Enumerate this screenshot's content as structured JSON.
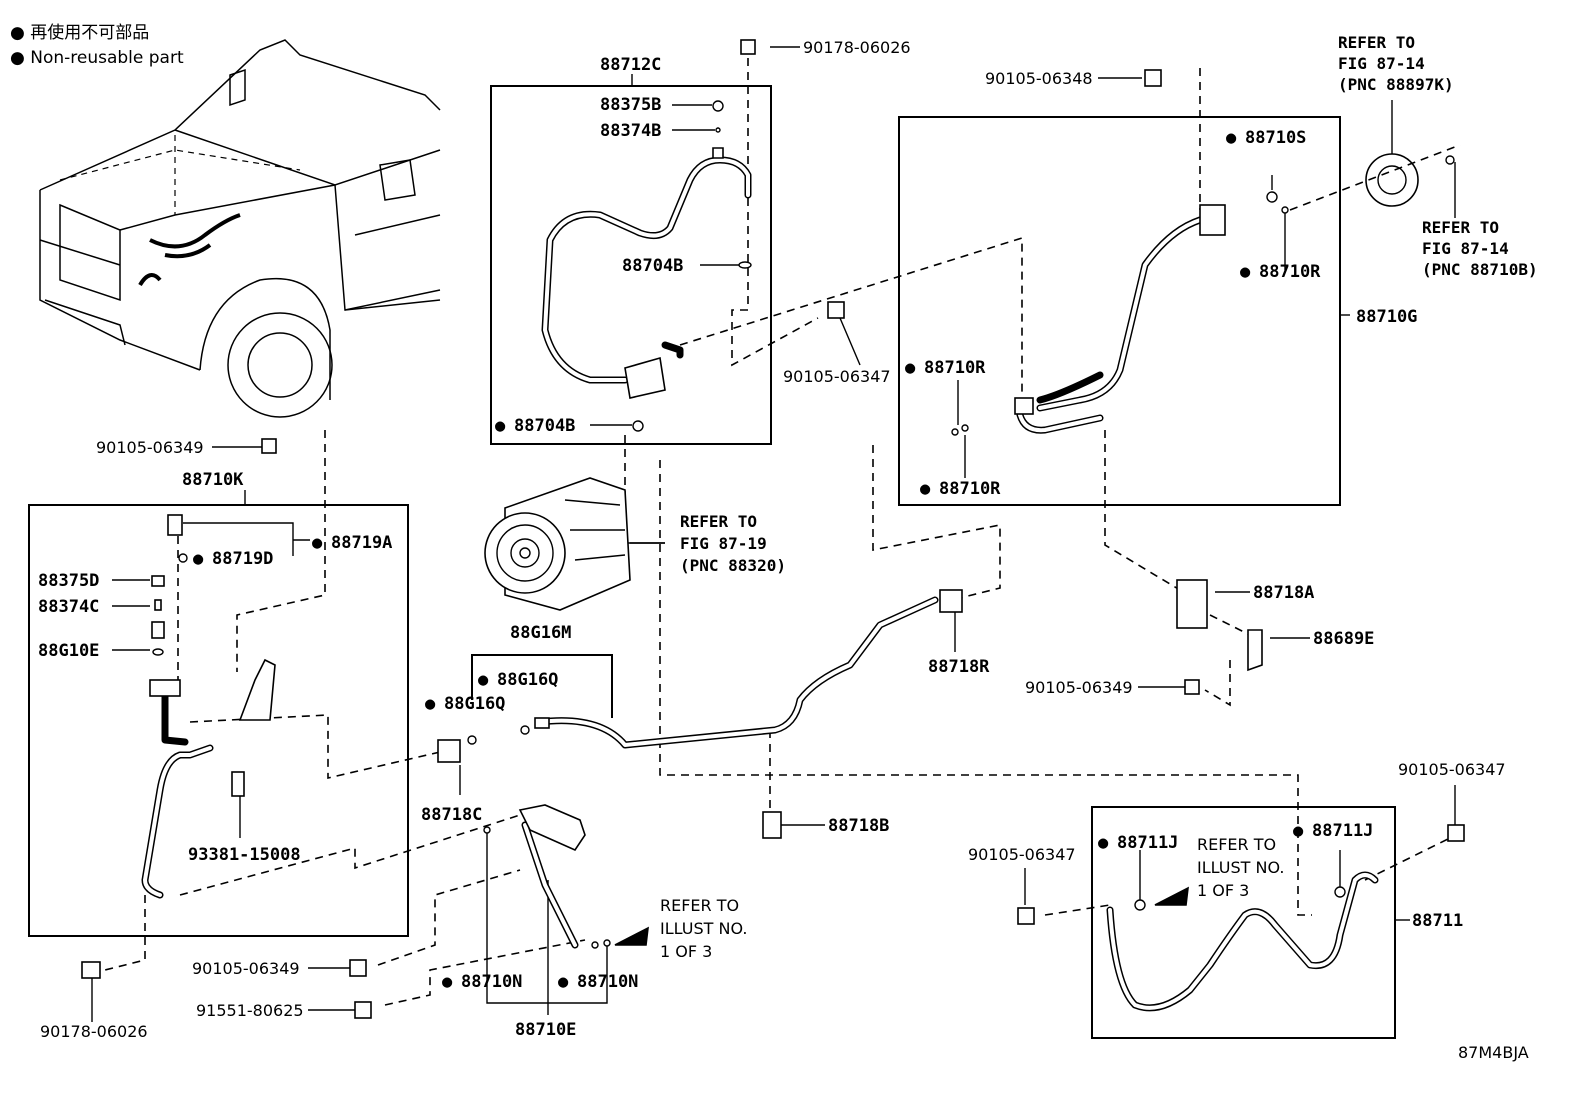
{
  "legend": {
    "line1": "● 再使用不可部品",
    "line2": "● Non-reusable part"
  },
  "labels": {
    "p90178_06026_top": "90178-06026",
    "p88712C": "88712C",
    "p88375B": "88375B",
    "p88374B": "88374B",
    "p88704B_top": "88704B",
    "p88704B_bot": "88704B",
    "p90105_06348": "90105-06348",
    "p88710S": "88710S",
    "p88710R_a": "88710R",
    "p88710R_b": "88710R",
    "p88710R_c": "88710R",
    "p88710G": "88710G",
    "p90105_06347_mid": "90105-06347",
    "p90105_06349_a": "90105-06349",
    "p88710K": "88710K",
    "p88719A": "88719A",
    "p88719D": "88719D",
    "p88375D": "88375D",
    "p88374C": "88374C",
    "p88G10E": "88G10E",
    "p88G16M": "88G16M",
    "p88G16Q_a": "88G16Q",
    "p88G16Q_b": "88G16Q",
    "p88718C": "88718C",
    "p93381_15008": "93381-15008",
    "p88718R": "88718R",
    "p88718A": "88718A",
    "p88689E": "88689E",
    "p90105_06349_b": "90105-06349",
    "p88718B": "88718B",
    "p90105_06347_right": "90105-06347",
    "p88711J_a": "88711J",
    "p88711J_b": "88711J",
    "p90105_06347_low": "90105-06347",
    "p88711": "88711",
    "p90105_06349_c": "90105-06349",
    "p91551_80625": "91551-80625",
    "p88710N_a": "88710N",
    "p88710N_b": "88710N",
    "p88710E": "88710E",
    "p90178_06026_bot": "90178-06026",
    "diagram_code": "87M4BJA"
  },
  "refs": {
    "fig_88897K": [
      "REFER TO",
      "FIG 87-14",
      "(PNC 88897K)"
    ],
    "fig_88710B": [
      "REFER TO",
      "FIG 87-14",
      "(PNC 88710B)"
    ],
    "fig_88320": [
      "REFER TO",
      "FIG 87-19",
      "(PNC 88320)"
    ],
    "illust_left": [
      "REFER TO",
      "ILLUST NO.",
      "1 OF 3"
    ],
    "illust_right": [
      "REFER TO",
      "ILLUST NO.",
      "1 OF 3"
    ]
  },
  "marker_symbol": "●"
}
